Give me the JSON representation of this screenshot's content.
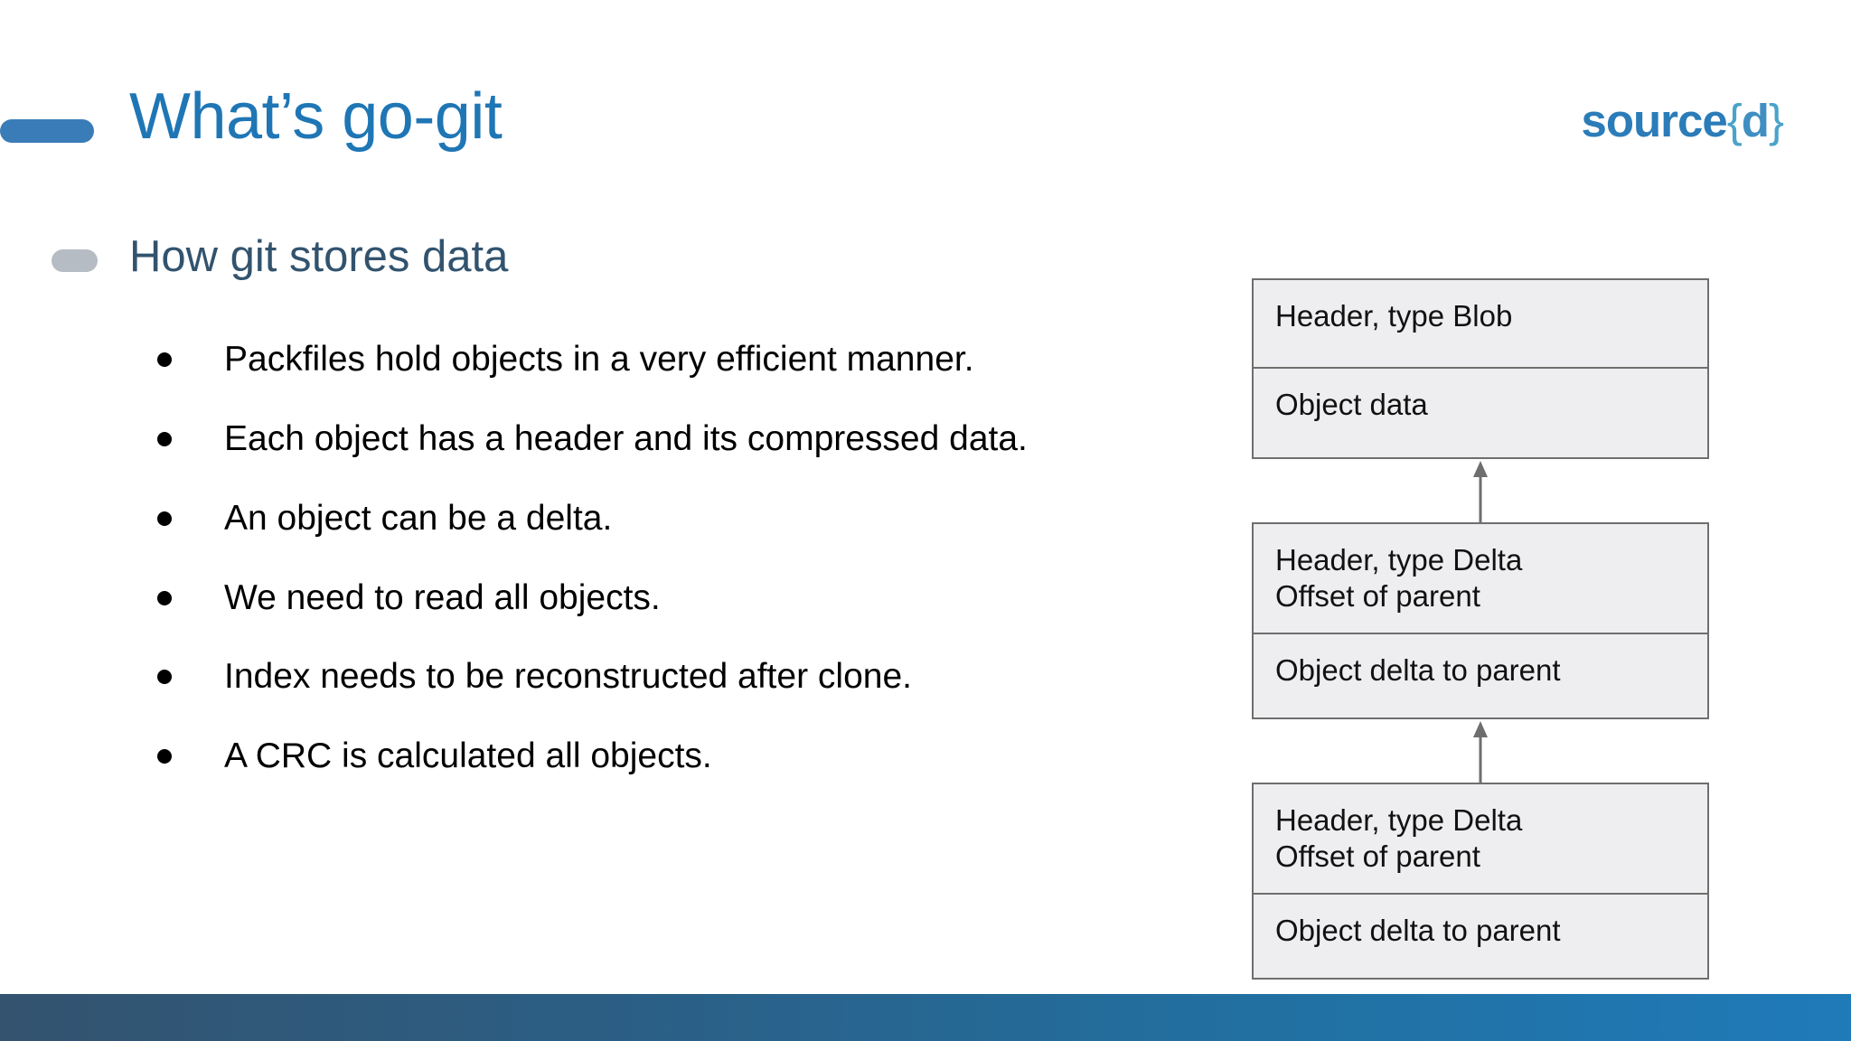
{
  "slide": {
    "title": "What’s go-git",
    "subtitle": "How git stores data",
    "title_accent_color": "#3a7cb8",
    "title_color": "#1f76b5",
    "subtitle_color": "#32536e",
    "subtitle_marker_color": "#b6bcc4",
    "background_color": "#ffffff"
  },
  "brand": {
    "word": "source",
    "brace_open": "{",
    "letter": "d",
    "brace_close": "}",
    "word_color": "#2b7cb8",
    "brace_color": "#4aa3c9"
  },
  "bullets": [
    {
      "text": "Packfiles hold objects in a very efficient manner."
    },
    {
      "text": "Each object has a header and its compressed data."
    },
    {
      "text": "An object can be a delta."
    },
    {
      "text": "We need to read all objects."
    },
    {
      "text": "Index needs to be reconstructed after clone."
    },
    {
      "text": "A CRC is calculated all objects."
    }
  ],
  "diagram": {
    "fill_color": "#eeeef0",
    "border_color": "#6e6e6e",
    "arrow_color": "#6e6e6e",
    "boxes": [
      {
        "header_line1": "Header, type Blob",
        "header_line2": "",
        "data": "Object data"
      },
      {
        "header_line1": "Header, type Delta",
        "header_line2": "Offset of parent",
        "data": "Object delta to parent"
      },
      {
        "header_line1": "Header, type Delta",
        "header_line2": "Offset of parent",
        "data": "Object delta to parent"
      }
    ]
  },
  "footer": {
    "gradient_start": "#33536f",
    "gradient_end": "#1f7ab8"
  }
}
